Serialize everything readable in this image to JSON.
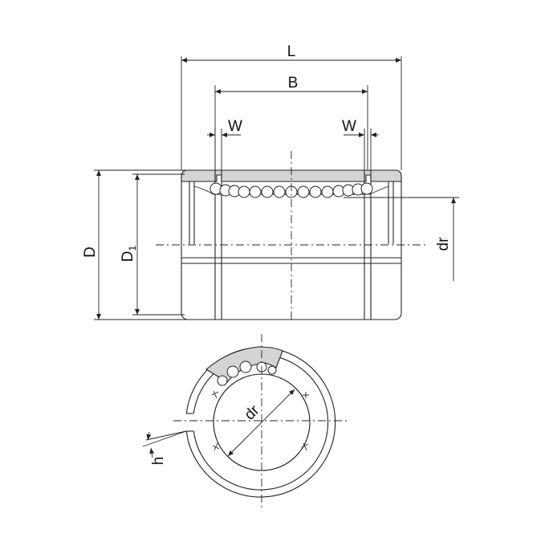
{
  "labels": {
    "L": "L",
    "B": "B",
    "W_left": "W",
    "W_right": "W",
    "D": "D",
    "D1_main": "D",
    "D1_sub": "1",
    "dr_side": "dr",
    "dr_bottom": "dr",
    "h": "h"
  },
  "colors": {
    "line": "#222222",
    "shade": "#d4d4d4",
    "background": "#ffffff"
  }
}
